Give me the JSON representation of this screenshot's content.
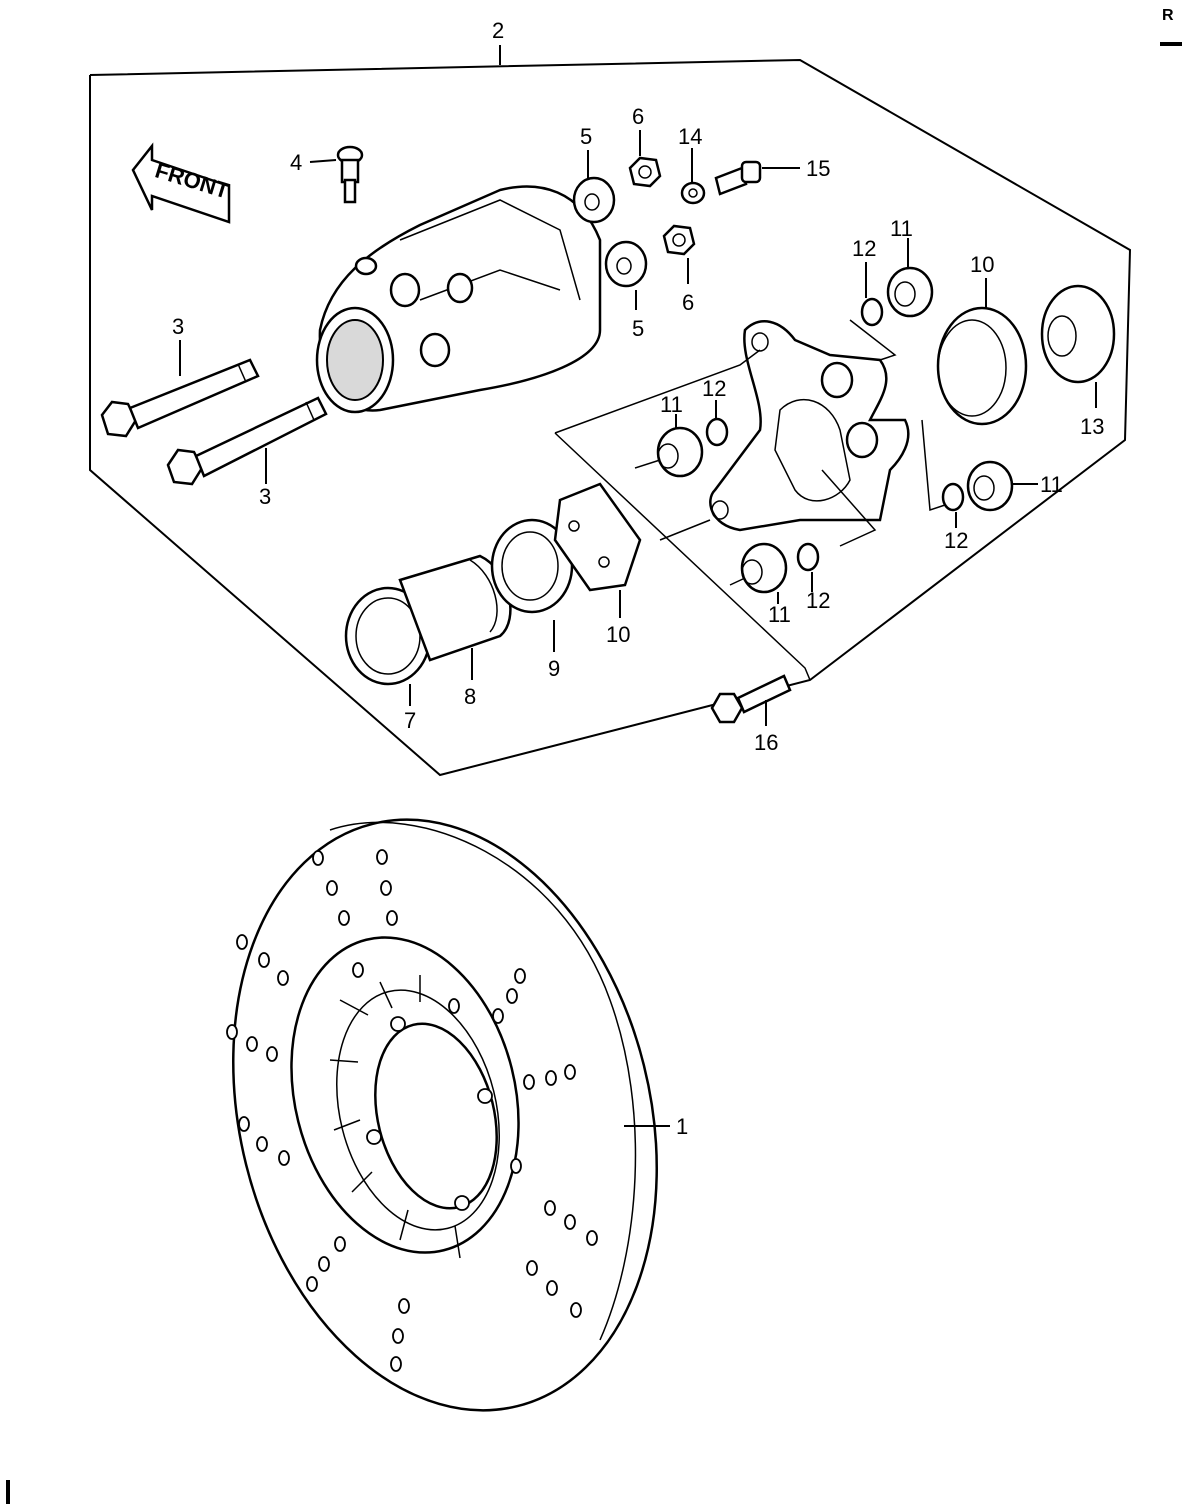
{
  "page": {
    "corner_mark": "R"
  },
  "front_arrow": {
    "label": "FRONT"
  },
  "callouts": {
    "c1": "1",
    "c2": "2",
    "c3a": "3",
    "c3b": "3",
    "c4": "4",
    "c5a": "5",
    "c5b": "5",
    "c6a": "6",
    "c6b": "6",
    "c7": "7",
    "c8": "8",
    "c9": "9",
    "c10a": "10",
    "c10b": "10",
    "c11a": "11",
    "c11b": "11",
    "c11c": "11",
    "c11d": "11",
    "c12a": "12",
    "c12b": "12",
    "c12c": "12",
    "c12d": "12",
    "c13": "13",
    "c14": "14",
    "c15": "15",
    "c16": "16"
  }
}
